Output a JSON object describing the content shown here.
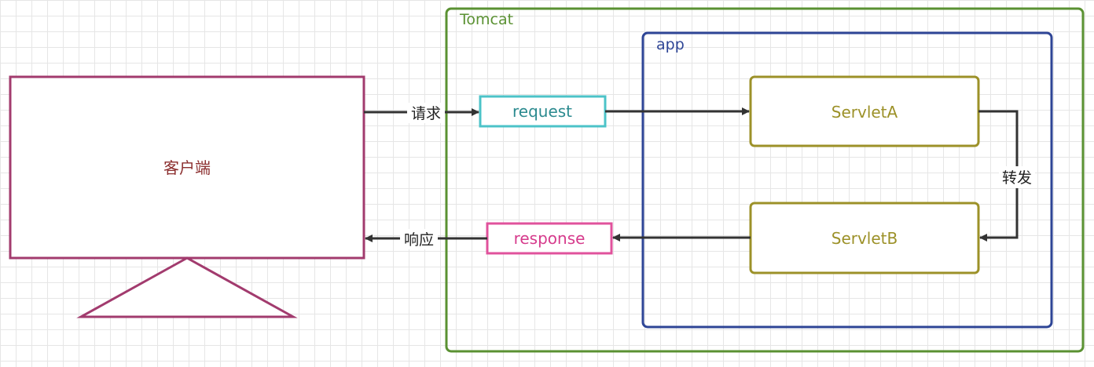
{
  "client": {
    "label": "客户端"
  },
  "tomcat": {
    "label": "Tomcat"
  },
  "app": {
    "label": "app"
  },
  "request": {
    "label": "request"
  },
  "response": {
    "label": "response"
  },
  "servlet_a": {
    "label": "ServletA"
  },
  "servlet_b": {
    "label": "ServletB"
  },
  "edges": {
    "request_label": "请求",
    "response_label": "响应",
    "forward_label": "转发"
  },
  "colors": {
    "client": "#a23b6e",
    "client_text": "#8b2e2e",
    "tomcat": "#5a9132",
    "app": "#2e4596",
    "request": "#4cc3c8",
    "request_text": "#2b8a8f",
    "response": "#e0529c",
    "response_text": "#d63b8c",
    "servlet": "#9c9128",
    "arrow": "#333333"
  }
}
